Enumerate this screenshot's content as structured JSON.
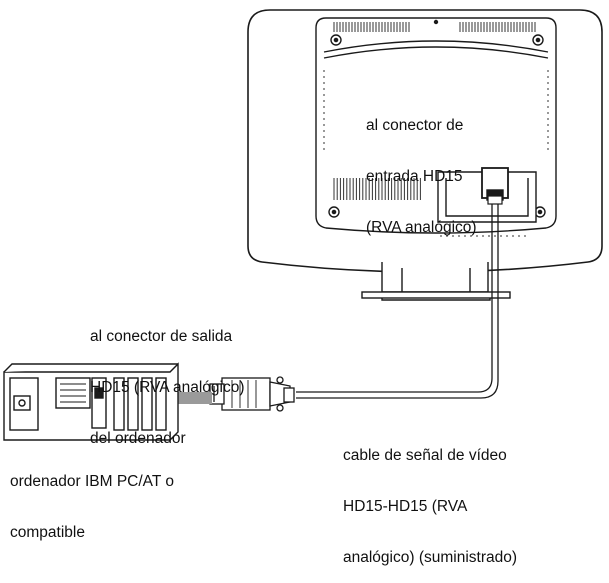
{
  "labels": {
    "monitor_input": [
      "al conector de",
      "entrada HD15",
      "(RVA analógico)"
    ],
    "pc_output": [
      "al conector de salida",
      "HD15 (RVA analógico)",
      "del ordenador"
    ],
    "cable": [
      "cable de señal de vídeo",
      "HD15-HD15 (RVA",
      "analógico) (suministrado)"
    ],
    "computer": [
      "ordenador IBM PC/AT o",
      "compatible"
    ]
  },
  "icons": [
    "monitor-rear",
    "computer-rear",
    "vga-connector",
    "insertion-arrow"
  ],
  "colors": {
    "line": "#1a1a1a",
    "fill": "#ffffff",
    "vent": "#333333",
    "arrow": "#9a9a9a"
  }
}
